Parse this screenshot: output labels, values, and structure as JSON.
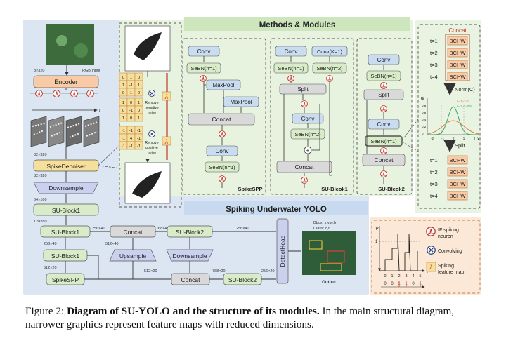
{
  "figure": {
    "titles": {
      "methods": "Methods & Modules",
      "main": "Spiking Underwater YOLO"
    },
    "main_path": {
      "rgb_size": "3×320",
      "rgb_label": "RGB Input",
      "t_axis": "t",
      "size_32_320_a": "32×320",
      "size_32_320_b": "32×320",
      "size_64_160": "64×160",
      "size_128_80": "128×80",
      "size_256_40_a": "256×40",
      "size_256_40_b": "256×40",
      "size_512_20_a": "512×20",
      "size_512_20_b": "512×20",
      "size_512_40": "512×40",
      "size_768_40": "768×40",
      "size_256_40_c": "256×40",
      "size_768_20": "768×20",
      "size_256_20": "256×20",
      "encoder": "Encoder",
      "denoiser": "SpikeDenoiser",
      "downsample_1": "Downsample",
      "sublock_1": "SU-Block1",
      "sublock_2": "SU-Block1",
      "sublock_3": "SU-Block1",
      "spikespp": "SpikeSPP",
      "concat_1": "Concat",
      "upsample": "Upsample",
      "sublock2_1": "SU-Block2",
      "downsample_2": "Downsample",
      "concat_2": "Concat",
      "sublock2_2": "SU-Block2",
      "detecthead": "DetectHead",
      "bbox": "Bbox: x,y,w,h",
      "class_label": "Class: c,f",
      "output": "Output"
    },
    "denoise_panel": {
      "m1": [
        [
          "0",
          "1",
          "0"
        ],
        [
          "1",
          "-1",
          "1"
        ],
        [
          "0",
          "1",
          "0"
        ]
      ],
      "m2": [
        [
          "1",
          "0",
          "1"
        ],
        [
          "0",
          "-1",
          "0"
        ],
        [
          "1",
          "0",
          "1"
        ]
      ],
      "m3": [
        [
          "-1",
          "-1",
          "-1"
        ],
        [
          "-1",
          "4",
          "-1"
        ],
        [
          "-1",
          "-1",
          "-1"
        ]
      ],
      "remove_negative": [
        "Remove",
        "negative",
        "noise"
      ],
      "remove_positive": [
        "Remove",
        "positive",
        "noise"
      ]
    },
    "spikespp_module": {
      "conv1": "Conv",
      "sebn1": "SeBN(n=1)",
      "maxpool1": "MaxPool",
      "maxpool2": "MaxPool",
      "concat": "Concat",
      "conv2": "Conv",
      "sebn2": "SeBN(n=1)",
      "label": "SpikeSPP"
    },
    "block1_module": {
      "conv_a": "Conv",
      "conv_b": "Conv(K=1)",
      "sebn_a": "SeBN(n=1)",
      "sebn_b": "SeBN(n=2)",
      "split": "Split",
      "conv_c": "Conv",
      "sebn_c": "SeBN(n=2)",
      "plus": "+",
      "concat": "Concat",
      "label": "SU-Blcok1"
    },
    "block2_module": {
      "conv1": "Conv",
      "sebn1": "SeBN(n=1)",
      "split": "Split",
      "conv2": "Conv",
      "sebn2": "SeBN(n=1)",
      "concat": "Concat",
      "label": "SU-Blcok2"
    },
    "sebn_panel": {
      "concat_title": "Concat",
      "rows_top": [
        {
          "t": "t=1",
          "block": "BCHW"
        },
        {
          "t": "t=2",
          "block": "BCHW"
        },
        {
          "t": "t=3",
          "block": "BCHW"
        },
        {
          "t": "t=4",
          "block": "BCHW"
        }
      ],
      "norm": "Norm(C)",
      "split": "Split",
      "phi": "φ",
      "legend": [
        "n=1,σ=1",
        "n=2,σ=0.5"
      ],
      "y_ticks": [
        "0.8",
        "0.6",
        "0.4",
        "0.2",
        "0"
      ],
      "x_ticks": [
        "-2",
        "-1",
        "0",
        "1",
        "2"
      ],
      "x_axis": "x",
      "rows_bottom": [
        {
          "t": "t=1",
          "block": "BCHW"
        },
        {
          "t": "t=2",
          "block": "BCHW"
        },
        {
          "t": "t=3",
          "block": "BCHW"
        },
        {
          "t": "t=4",
          "block": "BCHW"
        }
      ]
    },
    "legend_panel": {
      "v_axis": "V",
      "t_axis": "t",
      "x_ticks": [
        "0",
        "1",
        "2",
        "3",
        "4",
        "5"
      ],
      "y_tick": "1",
      "spikes": [
        "0",
        "0",
        "1",
        "1",
        "0",
        "1"
      ],
      "if_neuron": [
        "IF spiking",
        "neuron"
      ],
      "convolving": "Convolving",
      "spiking_map": [
        "Spiking",
        "feature map"
      ]
    }
  },
  "caption": {
    "prefix": "Figure 2: ",
    "bold": "Diagram of SU-YOLO and the structure of its modules.",
    "rest": " In the main structural diagram, narrower graphics represent feature maps with reduced dimensions."
  },
  "colors": {
    "main_bg": "#dce6f3",
    "modules_bg": "#e7f2df",
    "right_bg": "#e9f3e1",
    "legend_bg": "#fbe8d6",
    "green_box": "#d9ecca",
    "orange_box": "#f8caa5",
    "purple_box": "#c9d1ee",
    "yellow_box": "#f6df9a",
    "grey_box": "#d9d9d9",
    "neuron_red": "#c0392b"
  }
}
